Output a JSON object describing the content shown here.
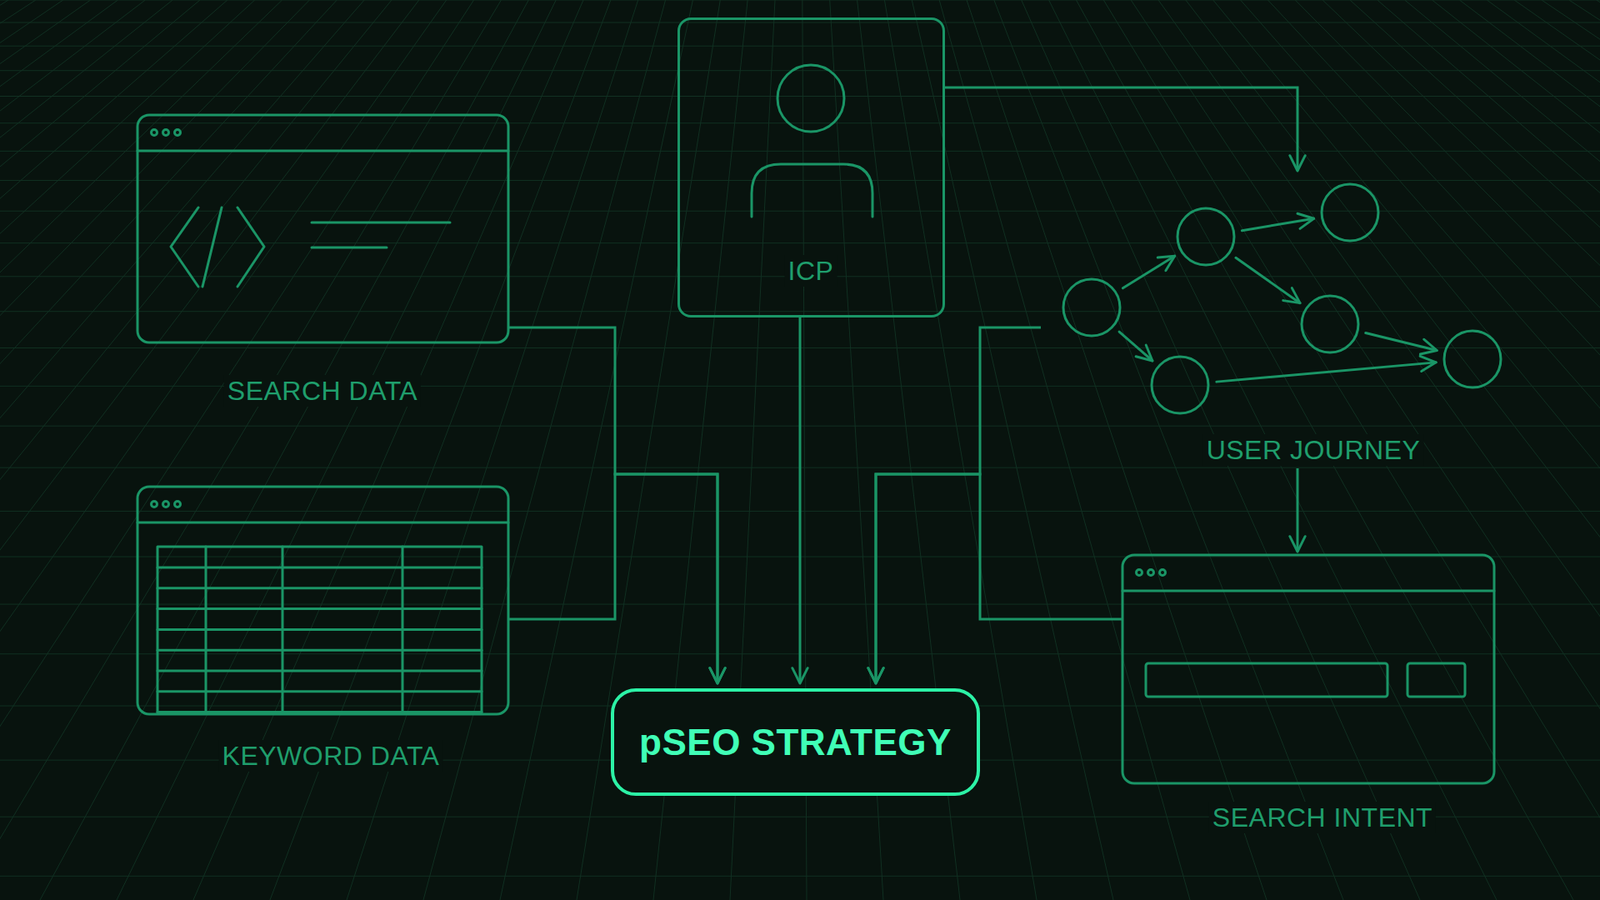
{
  "diagram": {
    "nodes": [
      {
        "text": [
          "SEARCH DATA"
        ]
      },
      {
        "text": [
          "ICP"
        ]
      },
      {
        "text": [
          "USER JOURNEY"
        ]
      },
      {
        "text": [
          "KEYWORD DATA"
        ]
      },
      {
        "text": [
          "SEARCH INTENT"
        ]
      },
      {
        "text": [
          "pSEO STRATEGY"
        ]
      }
    ],
    "edges": [
      {
        "from": 0,
        "to": 5,
        "arrow": "to"
      },
      {
        "from": 3,
        "to": 5,
        "arrow": "to"
      },
      {
        "from": 1,
        "to": 5,
        "arrow": "to"
      },
      {
        "from": 2,
        "to": 5,
        "arrow": "to"
      },
      {
        "from": 4,
        "to": 5,
        "arrow": "to"
      },
      {
        "from": 1,
        "to": 2,
        "arrow": "to"
      },
      {
        "from": 2,
        "to": 4,
        "arrow": "to"
      }
    ]
  }
}
